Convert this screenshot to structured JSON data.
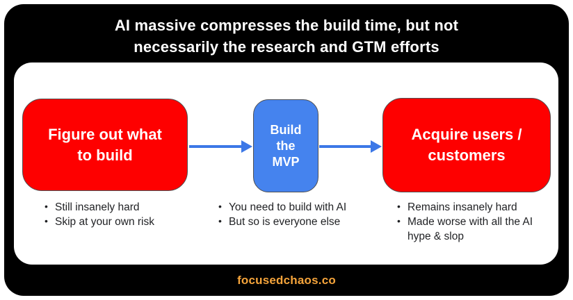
{
  "title": {
    "line1": "AI massive compresses the build time, but not",
    "line2": "necessarily the research and GTM efforts"
  },
  "colors": {
    "frame": "#000000",
    "panel": "#ffffff",
    "red": "#fe0000",
    "blue": "#4583ee",
    "arrow": "#3c78e7",
    "orange": "#f5a43b"
  },
  "flow": {
    "boxes": [
      {
        "id": "figure-out-what-to-build",
        "lines": [
          "Figure out what",
          "to build"
        ]
      },
      {
        "id": "build-the-mvp",
        "lines": [
          "Build",
          "the",
          "MVP"
        ]
      },
      {
        "id": "acquire-users-customers",
        "lines": [
          "Acquire users /",
          "customers"
        ]
      }
    ]
  },
  "notes": [
    {
      "items": [
        "Still insanely hard",
        "Skip at your own risk"
      ]
    },
    {
      "items": [
        "You need to build with AI",
        "But so is everyone else"
      ]
    },
    {
      "items": [
        "Remains insanely hard",
        "Made worse with all the AI hype & slop"
      ]
    }
  ],
  "footer": {
    "site": "focusedchaos.co"
  }
}
